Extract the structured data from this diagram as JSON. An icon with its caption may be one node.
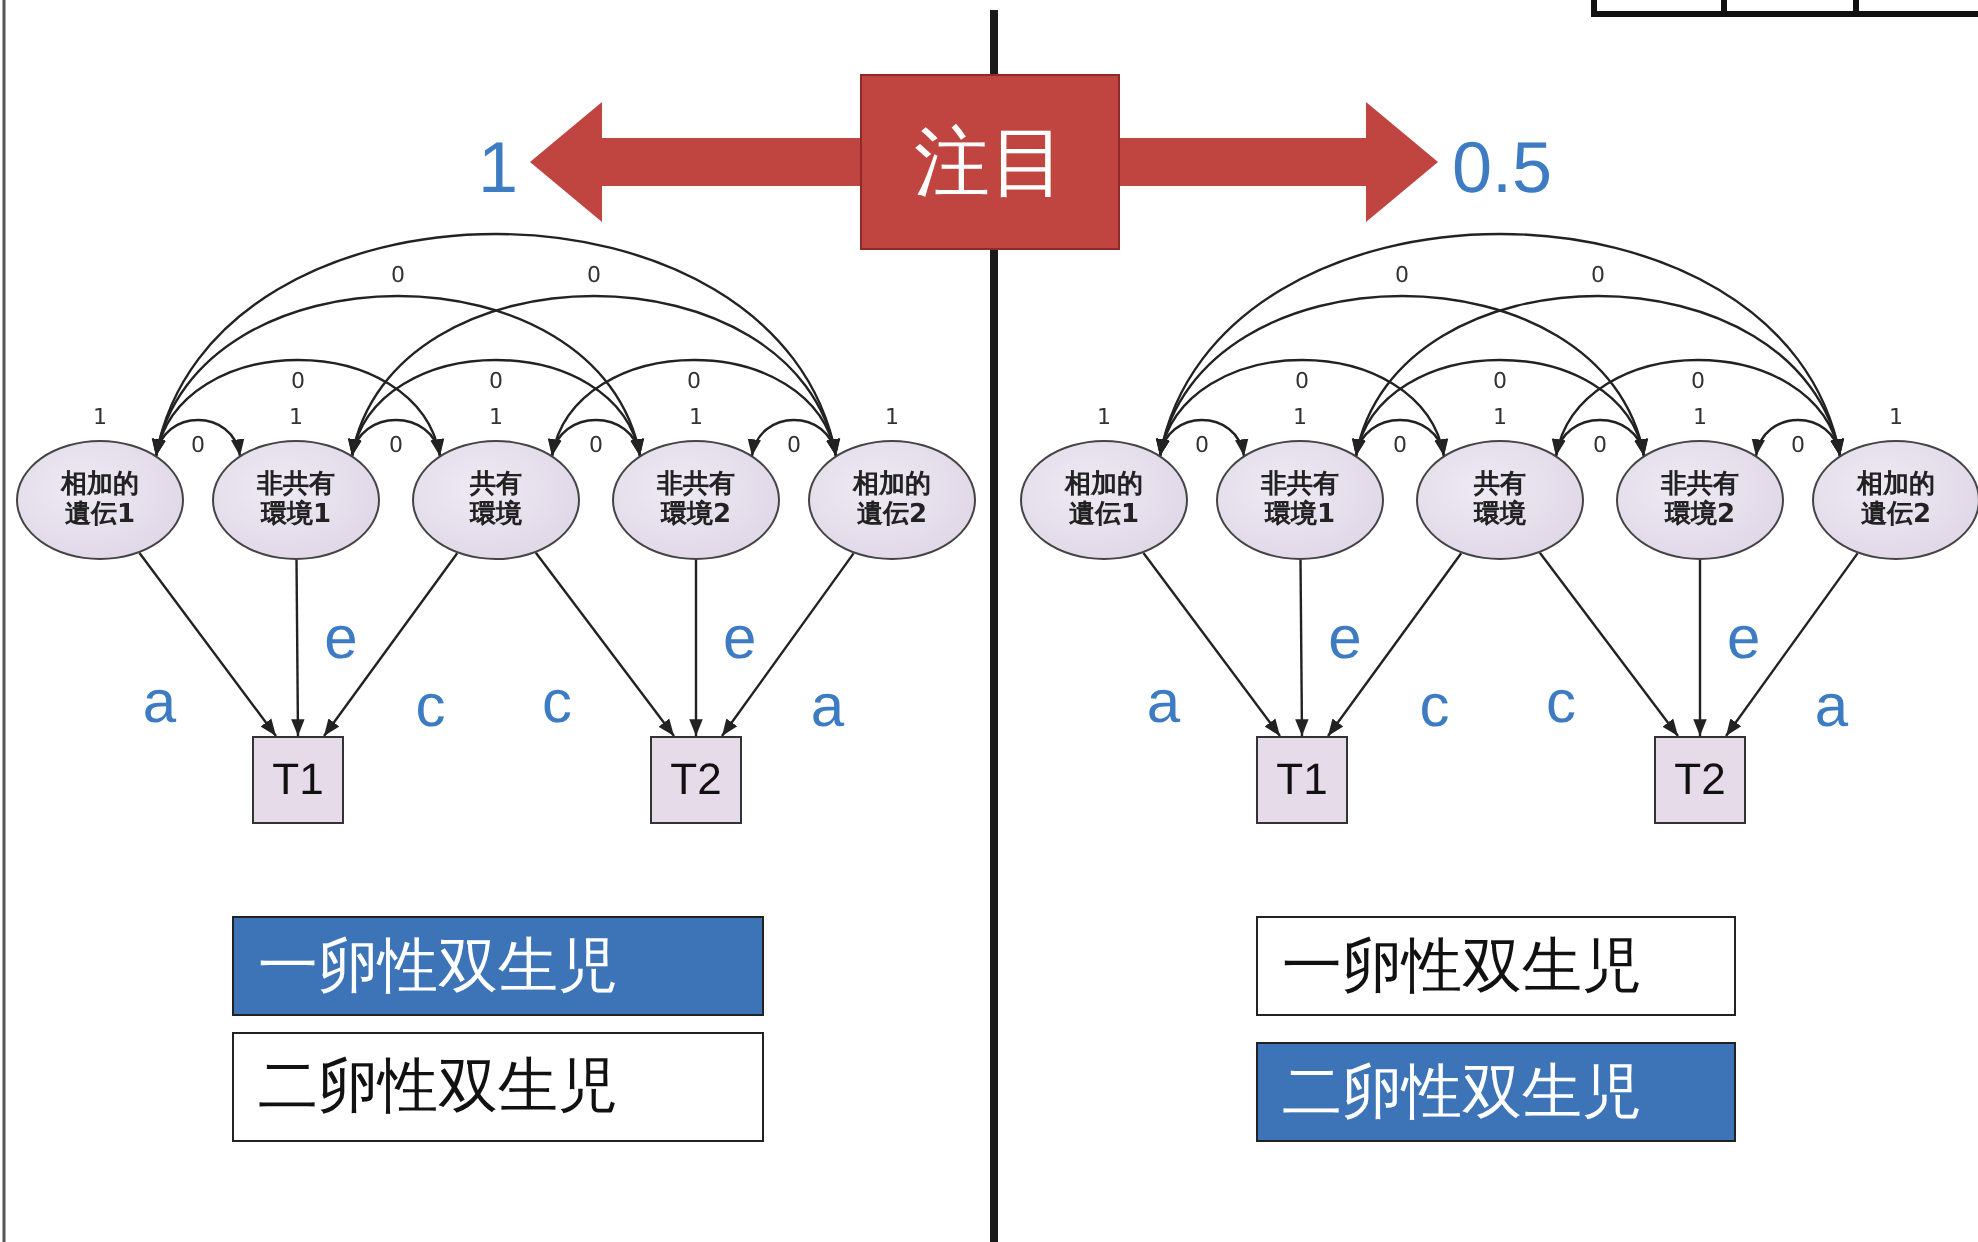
{
  "diagram": {
    "nodes": [
      {
        "text": [
          "1"
        ]
      },
      {
        "text": [
          "注目"
        ]
      },
      {
        "text": [
          "0.5"
        ]
      },
      {
        "text": [
          "相加的遺伝1"
        ]
      },
      {
        "text": [
          "非共有環境1"
        ]
      },
      {
        "text": [
          "共有環境"
        ]
      },
      {
        "text": [
          "非共有環境2"
        ]
      },
      {
        "text": [
          "相加的遺伝2"
        ]
      },
      {
        "text": [
          "T1"
        ]
      },
      {
        "text": [
          "T2"
        ]
      },
      {
        "text": [
          "一卵性双生児"
        ]
      },
      {
        "text": [
          "二卵性双生児"
        ]
      },
      {
        "text": [
          "相加的遺伝1"
        ]
      },
      {
        "text": [
          "非共有環境1"
        ]
      },
      {
        "text": [
          "共有環境"
        ]
      },
      {
        "text": [
          "非共有環境2"
        ]
      },
      {
        "text": [
          "相加的遺伝2"
        ]
      },
      {
        "text": [
          "T1"
        ]
      },
      {
        "text": [
          "T2"
        ]
      },
      {
        "text": [
          "一卵性双生児"
        ]
      },
      {
        "text": [
          "二卵性双生児"
        ]
      }
    ],
    "edges": [
      {
        "from": 1,
        "to": 0,
        "arrow": "to",
        "style": "thick",
        "color": "#c0443f"
      },
      {
        "from": 1,
        "to": 2,
        "arrow": "to",
        "style": "thick",
        "color": "#c0443f"
      },
      {
        "from": 3,
        "to": 4,
        "arrow": "both",
        "label": "0"
      },
      {
        "from": 4,
        "to": 5,
        "arrow": "both",
        "label": "0"
      },
      {
        "from": 5,
        "to": 6,
        "arrow": "both",
        "label": "0"
      },
      {
        "from": 6,
        "to": 7,
        "arrow": "both",
        "label": "0"
      },
      {
        "from": 3,
        "to": 5,
        "arrow": "both",
        "label": "0"
      },
      {
        "from": 4,
        "to": 6,
        "arrow": "both",
        "label": "0"
      },
      {
        "from": 5,
        "to": 7,
        "arrow": "both",
        "label": "0"
      },
      {
        "from": 3,
        "to": 6,
        "arrow": "both",
        "label": "0"
      },
      {
        "from": 4,
        "to": 7,
        "arrow": "both",
        "label": "0"
      },
      {
        "from": 3,
        "to": 7,
        "arrow": "both"
      },
      {
        "from": 3,
        "to": 8,
        "arrow": "to",
        "label": "a"
      },
      {
        "from": 4,
        "to": 8,
        "arrow": "to",
        "label": "e"
      },
      {
        "from": 5,
        "to": 8,
        "arrow": "to",
        "label": "c"
      },
      {
        "from": 5,
        "to": 9,
        "arrow": "to",
        "label": "c"
      },
      {
        "from": 6,
        "to": 9,
        "arrow": "to",
        "label": "e"
      },
      {
        "from": 7,
        "to": 9,
        "arrow": "to",
        "label": "a"
      },
      {
        "from": 12,
        "to": 13,
        "arrow": "both",
        "label": "0"
      },
      {
        "from": 13,
        "to": 14,
        "arrow": "both",
        "label": "0"
      },
      {
        "from": 14,
        "to": 15,
        "arrow": "both",
        "label": "0"
      },
      {
        "from": 15,
        "to": 16,
        "arrow": "both",
        "label": "0"
      },
      {
        "from": 12,
        "to": 14,
        "arrow": "both",
        "label": "0"
      },
      {
        "from": 13,
        "to": 15,
        "arrow": "both",
        "label": "0"
      },
      {
        "from": 14,
        "to": 16,
        "arrow": "both",
        "label": "0"
      },
      {
        "from": 12,
        "to": 15,
        "arrow": "both",
        "label": "0"
      },
      {
        "from": 13,
        "to": 16,
        "arrow": "both",
        "label": "0"
      },
      {
        "from": 12,
        "to": 16,
        "arrow": "both"
      },
      {
        "from": 12,
        "to": 17,
        "arrow": "to",
        "label": "a"
      },
      {
        "from": 13,
        "to": 17,
        "arrow": "to",
        "label": "e"
      },
      {
        "from": 14,
        "to": 17,
        "arrow": "to",
        "label": "c"
      },
      {
        "from": 14,
        "to": 18,
        "arrow": "to",
        "label": "c"
      },
      {
        "from": 15,
        "to": 18,
        "arrow": "to",
        "label": "e"
      },
      {
        "from": 16,
        "to": 18,
        "arrow": "to",
        "label": "a"
      }
    ],
    "labels": [
      "1",
      "1",
      "1",
      "1",
      "1",
      "1",
      "1",
      "1",
      "1",
      "1"
    ]
  }
}
